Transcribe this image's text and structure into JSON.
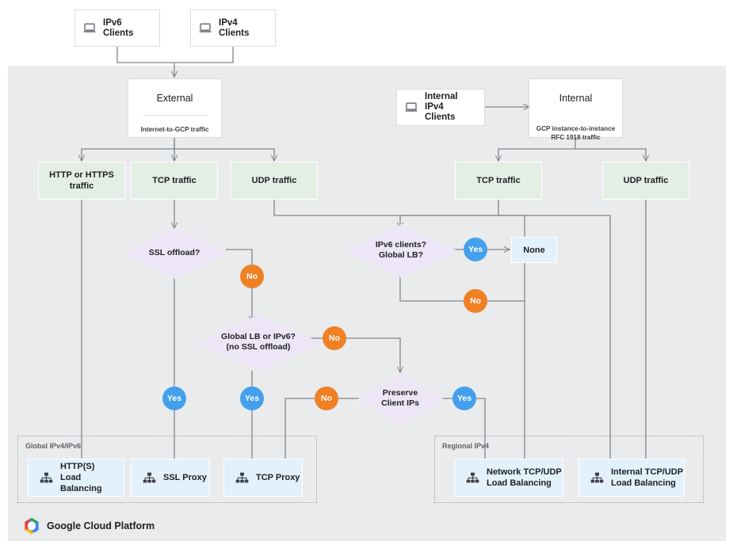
{
  "diagram": {
    "title": "Google Cloud Platform load balancer decision flowchart",
    "footer_label": "Google Cloud Platform",
    "colors": {
      "canvas": "#eaebec",
      "page": "#ffffff",
      "green_box": "#e3eee5",
      "blue_box": "#e3f1fd",
      "diamond": "#ece6f6",
      "yes_pill": "#44a0ec",
      "no_pill": "#ef8024",
      "line": "#80868b",
      "group_border": "#9aa0a6"
    }
  },
  "clients": [
    {
      "id": "ipv6-clients",
      "label": "IPv6 Clients",
      "icon": "laptop-icon"
    },
    {
      "id": "ipv4-clients",
      "label": "IPv4 Clients",
      "icon": "laptop-icon"
    },
    {
      "id": "internal-ipv4-clients",
      "label": "Internal\nIPv4 Clients",
      "icon": "laptop-icon"
    }
  ],
  "zones": [
    {
      "id": "external",
      "title": "External",
      "subtitle": "Internet-to-GCP traffic"
    },
    {
      "id": "internal",
      "title": "Internal",
      "subtitle": "GCP instance-to-instance\nRFC 1918 traffic"
    }
  ],
  "traffic": [
    {
      "id": "http-https-traffic",
      "label": "HTTP or HTTPS\ntraffic"
    },
    {
      "id": "external-tcp-traffic",
      "label": "TCP traffic"
    },
    {
      "id": "external-udp-traffic",
      "label": "UDP traffic"
    },
    {
      "id": "internal-tcp-traffic",
      "label": "TCP traffic"
    },
    {
      "id": "internal-udp-traffic",
      "label": "UDP traffic"
    }
  ],
  "decisions": [
    {
      "id": "ssl-offload",
      "label": "SSL offload?"
    },
    {
      "id": "ipv6-global-lb",
      "label": "IPv6 clients?\nGlobal LB?"
    },
    {
      "id": "global-lb-or-ipv6",
      "label": "Global LB or IPv6?\n(no SSL offload)"
    },
    {
      "id": "preserve-client-ips",
      "label": "Preserve\nClient IPs"
    }
  ],
  "pills": [
    {
      "id": "pill-no-ssl-offload",
      "label": "No",
      "type": "no"
    },
    {
      "id": "pill-yes-ipv6-global-lb",
      "label": "Yes",
      "type": "yes"
    },
    {
      "id": "pill-no-ipv6-global-lb",
      "label": "No",
      "type": "no"
    },
    {
      "id": "pill-no-global-lb-or-ipv6",
      "label": "No",
      "type": "no"
    },
    {
      "id": "pill-yes-ssl-offload",
      "label": "Yes",
      "type": "yes"
    },
    {
      "id": "pill-yes-global-lb-or-ipv6",
      "label": "Yes",
      "type": "yes"
    },
    {
      "id": "pill-no-preserve-client-ips",
      "label": "No",
      "type": "no"
    },
    {
      "id": "pill-yes-preserve-client-ips",
      "label": "Yes",
      "type": "yes"
    }
  ],
  "outcomes": [
    {
      "id": "none",
      "label": "None",
      "icon": null
    },
    {
      "id": "https-load-balancing",
      "label": "HTTP(S)\nLoad Balancing",
      "icon": "load-balancer-icon"
    },
    {
      "id": "ssl-proxy",
      "label": "SSL Proxy",
      "icon": "load-balancer-icon"
    },
    {
      "id": "tcp-proxy",
      "label": "TCP Proxy",
      "icon": "load-balancer-icon"
    },
    {
      "id": "network-tcp-udp-load-balancing",
      "label": "Network TCP/UDP\nLoad Balancing",
      "icon": "load-balancer-icon"
    },
    {
      "id": "internal-tcp-udp-load-balancing",
      "label": "Internal TCP/UDP\nLoad Balancing",
      "icon": "load-balancer-icon"
    }
  ],
  "groups": [
    {
      "id": "global-ipv4-ipv6",
      "label": "Global IPv4/IPv6"
    },
    {
      "id": "regional-ipv4",
      "label": "Regional IPv4"
    }
  ]
}
